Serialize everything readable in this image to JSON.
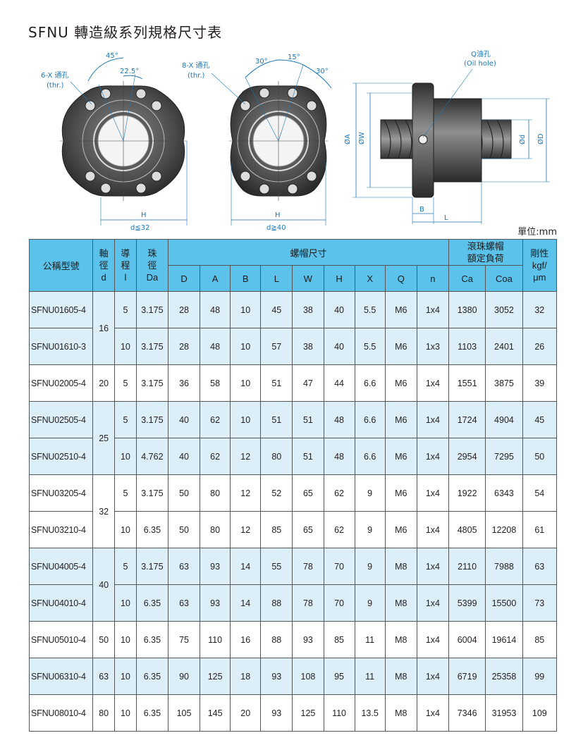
{
  "title": "SFNU 轉造級系列規格尺寸表",
  "drawing": {
    "left": {
      "hole_label": "6-X 通孔",
      "hole_label_en": "(thr.)",
      "angle1": "45°",
      "angle2": "22.5°",
      "dim_h": "H",
      "condition": "d≦32"
    },
    "middle": {
      "hole_label": "8-X 通孔",
      "hole_label_en": "(thr.)",
      "angle1": "30°",
      "angle2": "15°",
      "angle3": "30°",
      "dim_h": "H",
      "condition": "d≧40"
    },
    "side": {
      "oil_label": "Q油孔",
      "oil_label_en": "(Oil hole)",
      "dim_a": "ØA",
      "dim_w": "ØW",
      "dim_d_small": "Ød",
      "dim_d_big": "ØD",
      "dim_b": "B",
      "dim_l": "L"
    }
  },
  "unit": "單位:mm",
  "table": {
    "headers": {
      "model": "公稱型號",
      "shaft_a": "軸",
      "shaft_b": "徑",
      "shaft_c": "d",
      "lead_a": "導",
      "lead_b": "程",
      "lead_c": "l",
      "ball_a": "珠",
      "ball_b": "徑",
      "ball_c": "Da",
      "nut_group": "螺帽尺寸",
      "load_group_a": "滾珠螺帽",
      "load_group_b": "額定負荷",
      "rigid_a": "剛性",
      "rigid_b": "kgf/",
      "rigid_c": "μm",
      "cols": [
        "D",
        "A",
        "B",
        "L",
        "W",
        "H",
        "X",
        "Q",
        "n",
        "Ca",
        "Coa"
      ]
    },
    "rows": [
      {
        "model": "SFNU01605-4",
        "d": "16",
        "l": "5",
        "Da": "3.175",
        "D": "28",
        "A": "48",
        "B": "10",
        "L": "45",
        "W": "38",
        "H": "40",
        "X": "5.5",
        "Q": "M6",
        "n": "1x4",
        "Ca": "1380",
        "Coa": "3052",
        "K": "32"
      },
      {
        "model": "SFNU01610-3",
        "d": "",
        "l": "10",
        "Da": "3.175",
        "D": "28",
        "A": "48",
        "B": "10",
        "L": "57",
        "W": "38",
        "H": "40",
        "X": "5.5",
        "Q": "M6",
        "n": "1x3",
        "Ca": "1103",
        "Coa": "2401",
        "K": "26"
      },
      {
        "model": "SFNU02005-4",
        "d": "20",
        "l": "5",
        "Da": "3.175",
        "D": "36",
        "A": "58",
        "B": "10",
        "L": "51",
        "W": "47",
        "H": "44",
        "X": "6.6",
        "Q": "M6",
        "n": "1x4",
        "Ca": "1551",
        "Coa": "3875",
        "K": "39"
      },
      {
        "model": "SFNU02505-4",
        "d": "25",
        "l": "5",
        "Da": "3.175",
        "D": "40",
        "A": "62",
        "B": "10",
        "L": "51",
        "W": "51",
        "H": "48",
        "X": "6.6",
        "Q": "M6",
        "n": "1x4",
        "Ca": "1724",
        "Coa": "4904",
        "K": "45"
      },
      {
        "model": "SFNU02510-4",
        "d": "",
        "l": "10",
        "Da": "4.762",
        "D": "40",
        "A": "62",
        "B": "12",
        "L": "80",
        "W": "51",
        "H": "48",
        "X": "6.6",
        "Q": "M6",
        "n": "1x4",
        "Ca": "2954",
        "Coa": "7295",
        "K": "50"
      },
      {
        "model": "SFNU03205-4",
        "d": "32",
        "l": "5",
        "Da": "3.175",
        "D": "50",
        "A": "80",
        "B": "12",
        "L": "52",
        "W": "65",
        "H": "62",
        "X": "9",
        "Q": "M6",
        "n": "1x4",
        "Ca": "1922",
        "Coa": "6343",
        "K": "54"
      },
      {
        "model": "SFNU03210-4",
        "d": "",
        "l": "10",
        "Da": "6.35",
        "D": "50",
        "A": "80",
        "B": "12",
        "L": "85",
        "W": "65",
        "H": "62",
        "X": "9",
        "Q": "M6",
        "n": "1x4",
        "Ca": "4805",
        "Coa": "12208",
        "K": "61"
      },
      {
        "model": "SFNU04005-4",
        "d": "40",
        "l": "5",
        "Da": "3.175",
        "D": "63",
        "A": "93",
        "B": "14",
        "L": "55",
        "W": "78",
        "H": "70",
        "X": "9",
        "Q": "M8",
        "n": "1x4",
        "Ca": "2110",
        "Coa": "7988",
        "K": "63"
      },
      {
        "model": "SFNU04010-4",
        "d": "",
        "l": "10",
        "Da": "6.35",
        "D": "63",
        "A": "93",
        "B": "14",
        "L": "88",
        "W": "78",
        "H": "70",
        "X": "9",
        "Q": "M8",
        "n": "1x4",
        "Ca": "5399",
        "Coa": "15500",
        "K": "73"
      },
      {
        "model": "SFNU05010-4",
        "d": "50",
        "l": "10",
        "Da": "6.35",
        "D": "75",
        "A": "110",
        "B": "16",
        "L": "88",
        "W": "93",
        "H": "85",
        "X": "11",
        "Q": "M8",
        "n": "1x4",
        "Ca": "6004",
        "Coa": "19614",
        "K": "85"
      },
      {
        "model": "SFNU06310-4",
        "d": "63",
        "l": "10",
        "Da": "6.35",
        "D": "90",
        "A": "125",
        "B": "18",
        "L": "93",
        "W": "108",
        "H": "95",
        "X": "11",
        "Q": "M8",
        "n": "1x4",
        "Ca": "6719",
        "Coa": "25358",
        "K": "99"
      },
      {
        "model": "SFNU08010-4",
        "d": "80",
        "l": "10",
        "Da": "6.35",
        "D": "105",
        "A": "145",
        "B": "20",
        "L": "93",
        "W": "125",
        "H": "110",
        "X": "13.5",
        "Q": "M8",
        "n": "1x4",
        "Ca": "7346",
        "Coa": "31953",
        "K": "109"
      }
    ]
  },
  "colors": {
    "header_bg": "#5bc3eb",
    "row_shade": "#dceef8",
    "dimension_blue": "#1a78b8",
    "part_dark": "#3a3a3a"
  }
}
